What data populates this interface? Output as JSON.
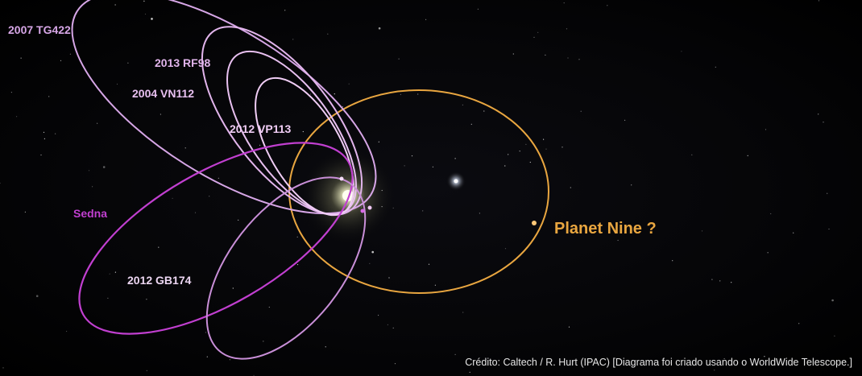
{
  "orbits": [
    {
      "label": "2007 TG422",
      "color": "#d6a6e6"
    },
    {
      "label": "2013 RF98",
      "color": "#e2b5ec"
    },
    {
      "label": "2004 VN112",
      "color": "#e8c0f0"
    },
    {
      "label": "2012 VP113",
      "color": "#f0cdf5"
    },
    {
      "label": "Sedna",
      "color": "#c13fd0"
    },
    {
      "label": "2012 GB174",
      "color": "#c98fd8"
    }
  ],
  "planet_nine": {
    "label": "Planet Nine ?",
    "color": "#e9a640"
  },
  "credit": "Crédito: Caltech / R. Hurt (IPAC) [Diagrama foi criado usando o WorldWide Telescope.]"
}
